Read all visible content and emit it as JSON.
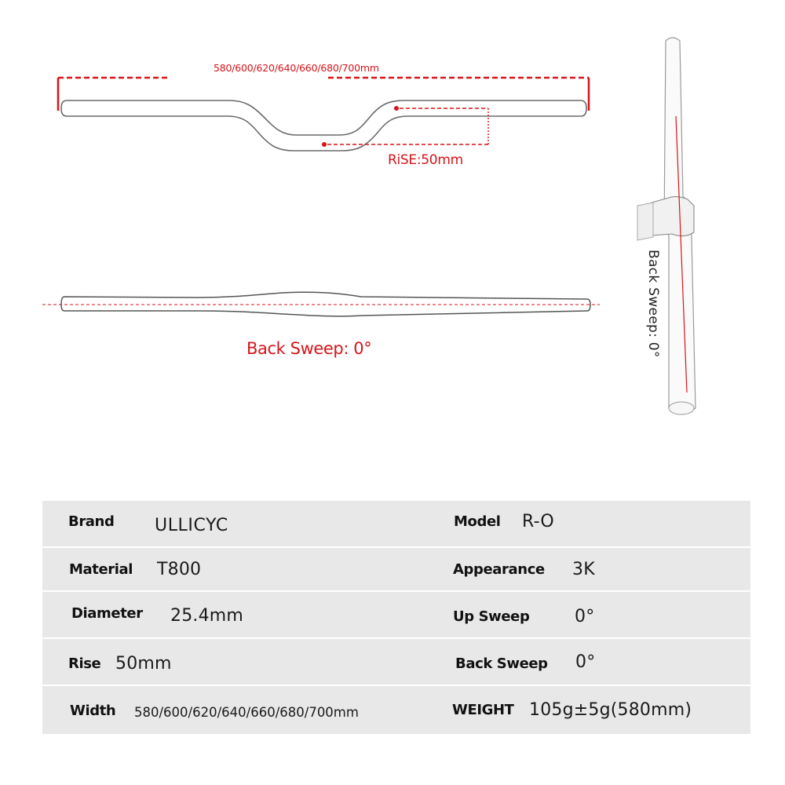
{
  "diagram": {
    "width_label": "580/600/620/640/660/680/700mm",
    "rise_label": "RiSE:50mm",
    "back_sweep_label": "Back Sweep: 0°",
    "side_view_label": "Back Sweep:  0°",
    "accent_color": "#d7141a"
  },
  "specs": {
    "rows": [
      {
        "left": {
          "key": "Brand",
          "value": "ULLICYC"
        },
        "right": {
          "key": "Model",
          "value": "R-O"
        }
      },
      {
        "left": {
          "key": "Material",
          "value": "T800"
        },
        "right": {
          "key": "Appearance",
          "value": "3K"
        }
      },
      {
        "left": {
          "key": "Diameter",
          "value": "25.4mm"
        },
        "right": {
          "key": "Up Sweep",
          "value": "0°"
        }
      },
      {
        "left": {
          "key": "Rise",
          "value": "50mm"
        },
        "right": {
          "key": "Back Sweep",
          "value": "0°"
        }
      },
      {
        "left": {
          "key": "Width",
          "value": "580/600/620/640/660/680/700mm"
        },
        "right": {
          "key": "WEIGHT",
          "value": "105g±5g(580mm)"
        }
      }
    ]
  }
}
